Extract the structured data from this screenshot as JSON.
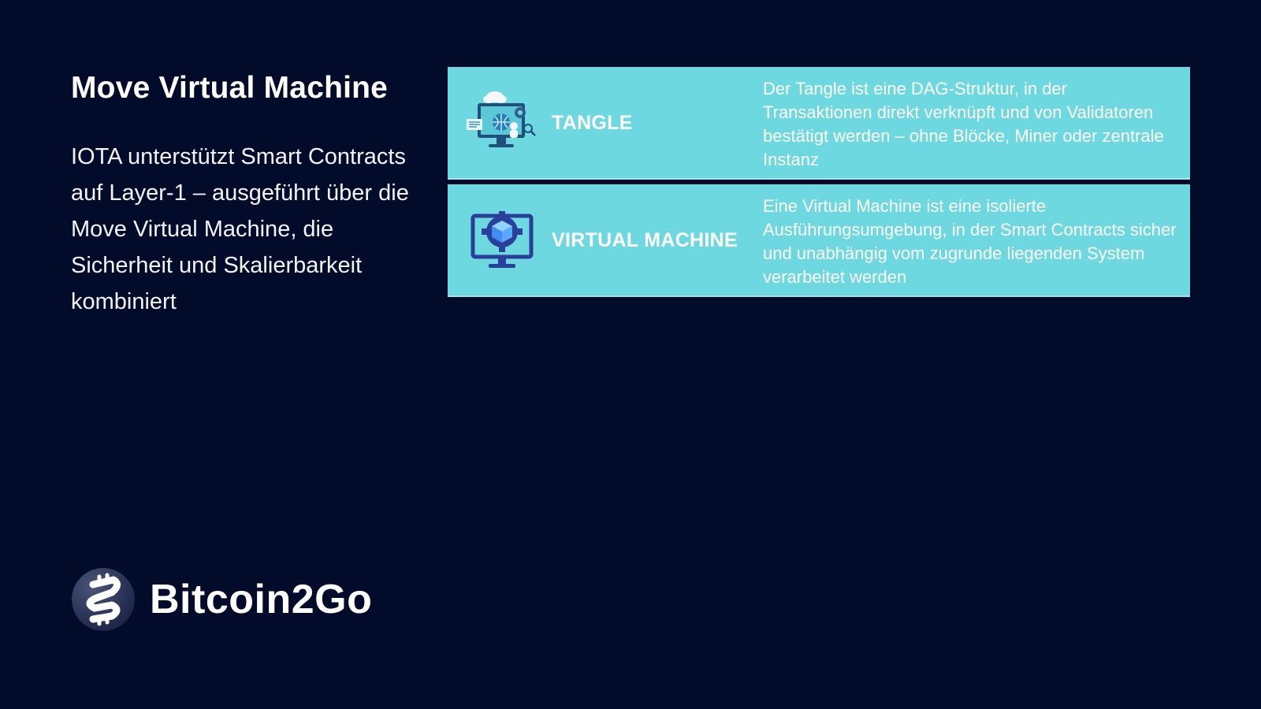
{
  "left": {
    "title": "Move Virtual Machine",
    "description": "IOTA unterstützt Smart Contracts auf Layer-1 – ausgeführt über die Move Virtual Machine, die Sicherheit und Skalierbarkeit kombiniert"
  },
  "cards": [
    {
      "icon": "computer-network-icon",
      "label": "TANGLE",
      "text": "Der Tangle ist eine DAG-Struktur, in der Transaktionen direkt verknüpft und von Validatoren bestätigt werden – ohne Blöcke, Miner oder zentrale Instanz"
    },
    {
      "icon": "monitor-cube-gear-icon",
      "label": "VIRTUAL MACHINE",
      "text": "Eine Virtual Machine ist eine isolierte Ausführungsumgebung, in der Smart Contracts sicher und unabhängig vom zugrunde liegenden System verarbeitet werden"
    }
  ],
  "brand": {
    "name": "Bitcoin2Go",
    "logo_icon": "bitcoin-logo-icon"
  },
  "colors": {
    "background": "#020b2a",
    "card": "#6dd8e0",
    "text": "#ffffff"
  }
}
